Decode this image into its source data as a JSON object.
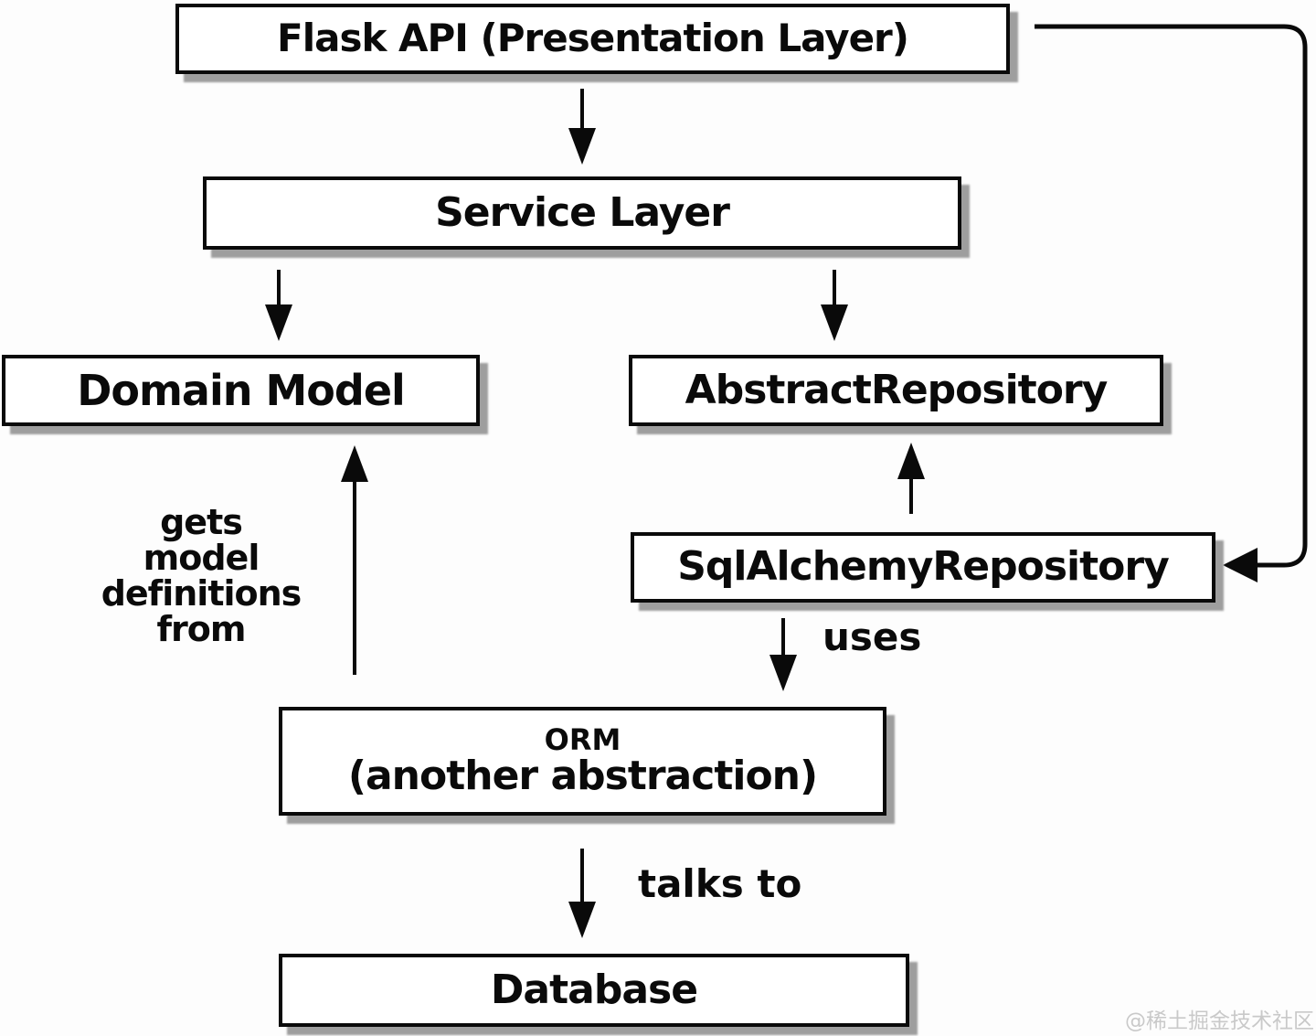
{
  "diagram": {
    "nodes": {
      "flask_api": {
        "label": "Flask API (Presentation Layer)"
      },
      "service_layer": {
        "label": "Service Layer"
      },
      "domain_model": {
        "label": "Domain Model"
      },
      "abstract_repository": {
        "label": "AbstractRepository"
      },
      "sqlalchemy_repository": {
        "label": "SqlAlchemyRepository"
      },
      "orm": {
        "line1": "ORM",
        "line2": "(another abstraction)"
      },
      "database": {
        "label": "Database"
      }
    },
    "edge_labels": {
      "gets_model_definitions": "gets\nmodel\ndefinitions\nfrom",
      "uses": "uses",
      "talks_to": "talks to"
    },
    "edges": [
      {
        "from": "flask_api",
        "to": "service_layer"
      },
      {
        "from": "service_layer",
        "to": "domain_model"
      },
      {
        "from": "service_layer",
        "to": "abstract_repository"
      },
      {
        "from": "sqlalchemy_repository",
        "to": "abstract_repository"
      },
      {
        "from": "orm",
        "to": "domain_model",
        "label": "gets model definitions from"
      },
      {
        "from": "sqlalchemy_repository",
        "to": "orm",
        "label": "uses"
      },
      {
        "from": "orm",
        "to": "database",
        "label": "talks to"
      },
      {
        "from": "flask_api",
        "to": "sqlalchemy_repository"
      }
    ],
    "colors": {
      "box_fill": "#ffffff",
      "box_border": "#0a0a0a",
      "shadow": "#9e9e9e",
      "text": "#0a0a0a",
      "watermark_text": "#c9c9c9",
      "background": "#fdfdfd"
    },
    "watermark": "@稀土掘金技术社区"
  }
}
